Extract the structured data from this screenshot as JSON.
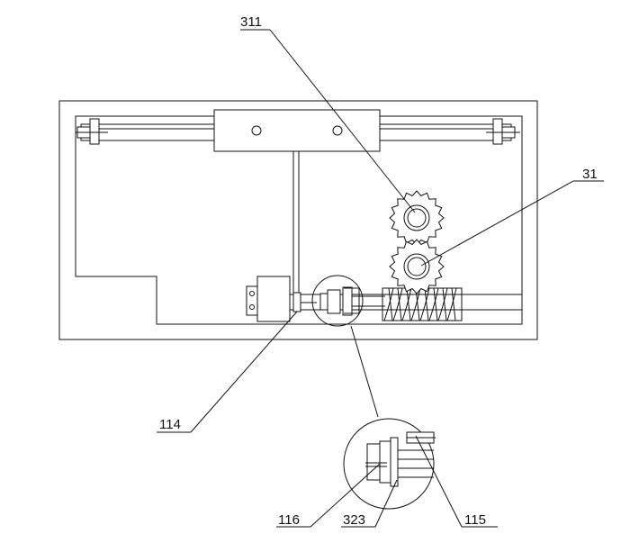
{
  "labels": {
    "l311": "311",
    "l31": "31",
    "l114": "114",
    "l116": "116",
    "l323": "323",
    "l115": "115"
  }
}
